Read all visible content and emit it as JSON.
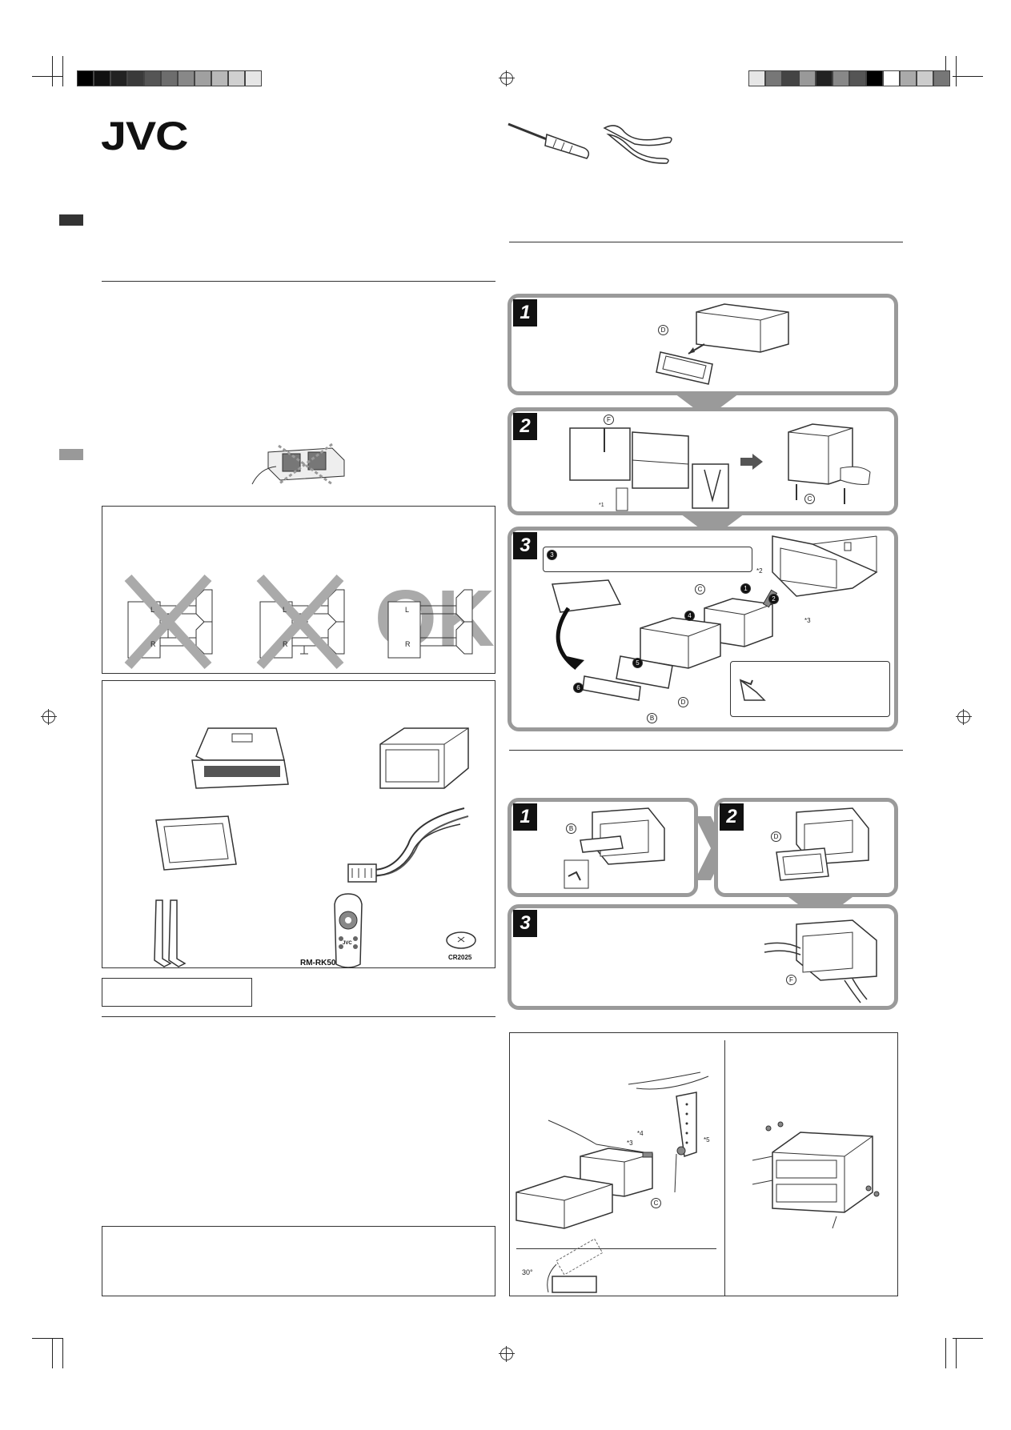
{
  "header": {
    "brand": "JVC"
  },
  "remote": {
    "model": "RM-RK50",
    "brand": "JVC"
  },
  "battery": {
    "label": "CR2025"
  },
  "speaker_diagrams": {
    "ok_label": "OK",
    "left": "L",
    "right": "R"
  },
  "install_steps": {
    "step1": "1",
    "step2": "2",
    "step3": "3"
  },
  "removal_steps": {
    "step1": "1",
    "step2": "2",
    "step3": "3"
  },
  "part_letters": {
    "b": "B",
    "c": "C",
    "d": "D",
    "f": "F"
  },
  "numbered_marks": {
    "n1": "1",
    "n2": "2",
    "n3": "3",
    "n4": "4",
    "n5": "5",
    "n6": "6"
  },
  "footnotes": {
    "a1": "*1",
    "a2": "*2",
    "a3": "*3",
    "a4": "*4",
    "a5": "*5"
  },
  "angle": {
    "label": "30°"
  },
  "colors": {
    "frame_gray": "#9a9a9a",
    "tab_dark": "#333333",
    "tab_gray": "#999999"
  }
}
